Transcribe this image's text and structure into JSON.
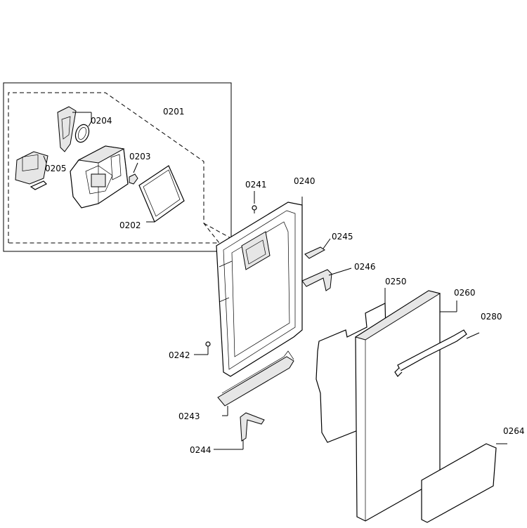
{
  "labels": {
    "p0201": "0201",
    "p0202": "0202",
    "p0203": "0203",
    "p0204": "0204",
    "p0205": "0205",
    "p0240": "0240",
    "p0241": "0241",
    "p0242": "0242",
    "p0243": "0243",
    "p0244": "0244",
    "p0245": "0245",
    "p0246": "0246",
    "p0250": "0250",
    "p0260": "0260",
    "p0264": "0264",
    "p0280": "0280"
  }
}
